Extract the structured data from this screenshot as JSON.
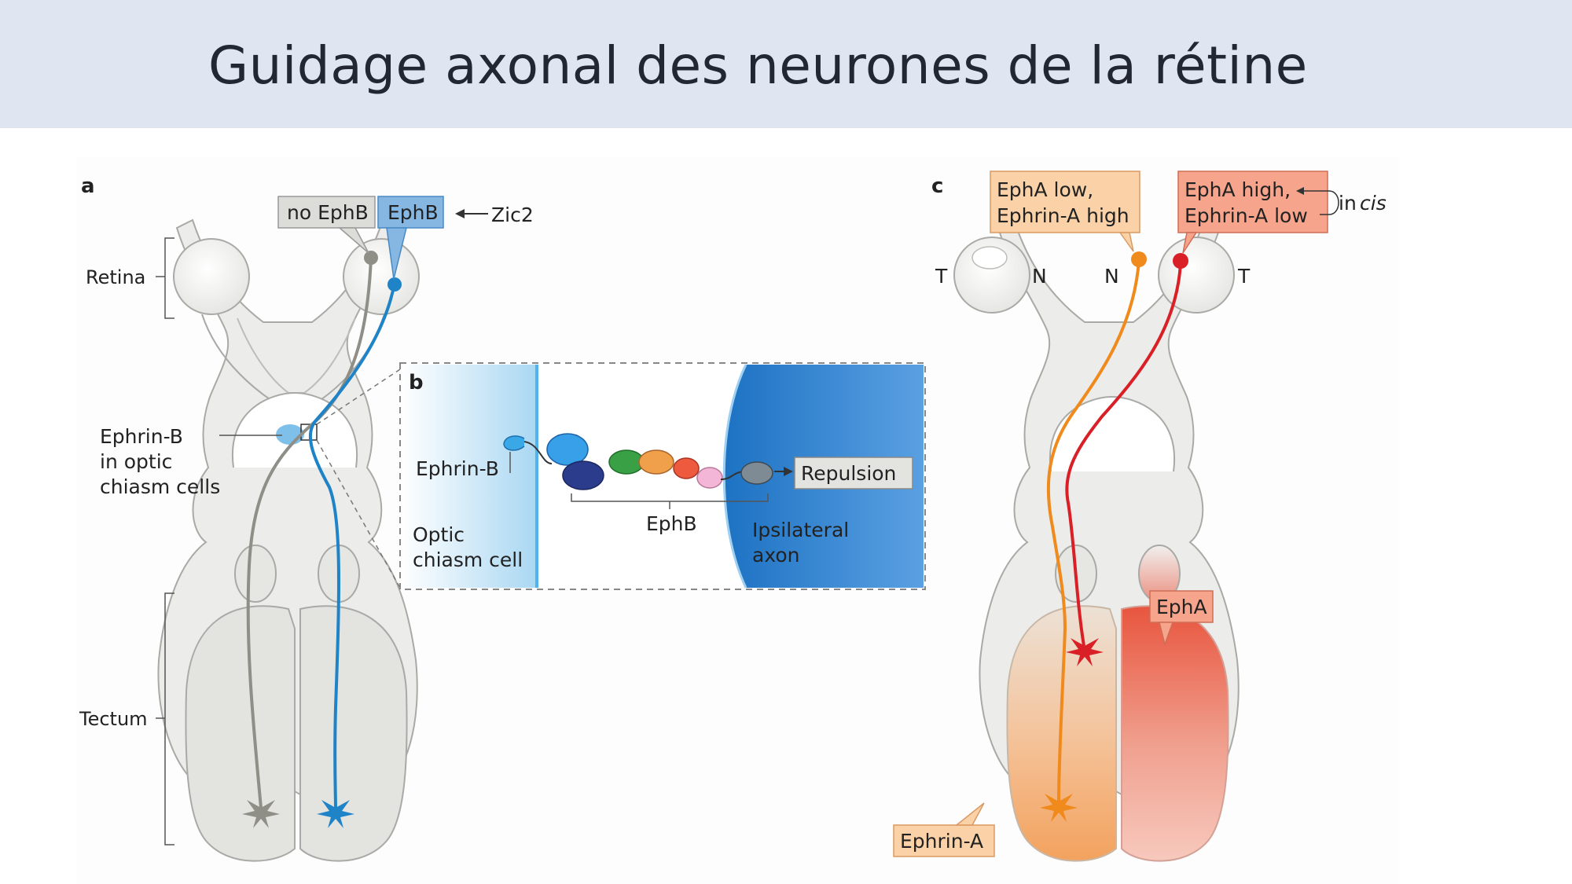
{
  "slide": {
    "title": "Guidage axonal des neurones de la rétine"
  },
  "figure": {
    "panel_a": {
      "letter": "a",
      "retina_label": "Retina",
      "tectum_label": "Tectum",
      "no_ephb_label": "no EphB",
      "ephb_label": "EphB",
      "zic2_label": "Zic2",
      "ephrin_b_label_line1": "Ephrin-B",
      "ephrin_b_label_line2": "in optic",
      "ephrin_b_label_line3": "chiasm cells"
    },
    "panel_b": {
      "letter": "b",
      "ephrin_b_label": "Ephrin-B",
      "ephb_label": "EphB",
      "repulsion_label": "Repulsion",
      "optic_line1": "Optic",
      "optic_line2": "chiasm cell",
      "ipsi_line1": "Ipsilateral",
      "ipsi_line2": "axon"
    },
    "panel_c": {
      "letter": "c",
      "t_left": "T",
      "n_left": "N",
      "n_right": "N",
      "t_right": "T",
      "box1_line1": "EphA low,",
      "box1_line2": "Ephrin-A high",
      "box2_line1": "EphA high,",
      "box2_line2": "Ephrin-A low",
      "in_label": "in",
      "cis_label": "cis",
      "epha_label": "EphA",
      "ephrin_a_label": "Ephrin-A"
    }
  },
  "colors": {
    "header_bg": "#dfe6f1",
    "ephb_blue": "#1f83c8",
    "grey_axon": "#8f8f88",
    "orange_axon": "#f08a1c",
    "red_axon": "#d92027",
    "label_box_grey": "#dcdcd8",
    "label_box_blue": "#86b7e2",
    "label_box_orange": "#fbd2a8",
    "label_box_salmon": "#f6a48c"
  }
}
